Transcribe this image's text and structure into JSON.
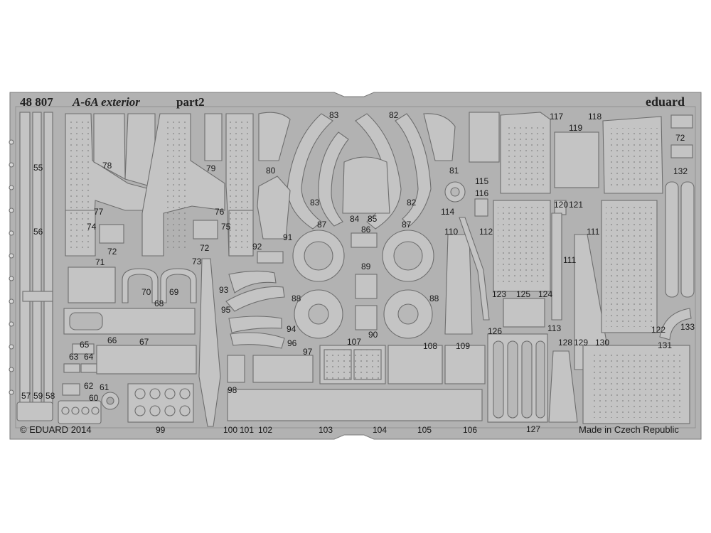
{
  "header": {
    "set_number": "48 807",
    "title": "A-6A exterior",
    "part": "part2",
    "brand": "eduard"
  },
  "footer": {
    "copyright": "© EDUARD 2014",
    "origin": "Made in Czech Republic"
  },
  "part_numbers": [
    "55",
    "56",
    "57",
    "59",
    "58",
    "60",
    "61",
    "62",
    "63",
    "64",
    "65",
    "66",
    "67",
    "68",
    "69",
    "70",
    "71",
    "72",
    "72",
    "72",
    "73",
    "74",
    "75",
    "76",
    "77",
    "78",
    "79",
    "80",
    "81",
    "82",
    "82",
    "83",
    "83",
    "84",
    "85",
    "86",
    "87",
    "87",
    "88",
    "88",
    "89",
    "90",
    "91",
    "92",
    "93",
    "94",
    "95",
    "96",
    "97",
    "98",
    "99",
    "100",
    "101",
    "102",
    "103",
    "104",
    "105",
    "106",
    "107",
    "108",
    "109",
    "110",
    "111",
    "111",
    "112",
    "113",
    "114",
    "115",
    "116",
    "117",
    "118",
    "119",
    "120",
    "121",
    "122",
    "123",
    "124",
    "125",
    "126",
    "127",
    "128",
    "129",
    "130",
    "131",
    "132",
    "133"
  ],
  "colors": {
    "fret": "#b2b2b2",
    "part": "#c4c4c4",
    "outline": "#6e6e6e",
    "background": "#ffffff"
  }
}
